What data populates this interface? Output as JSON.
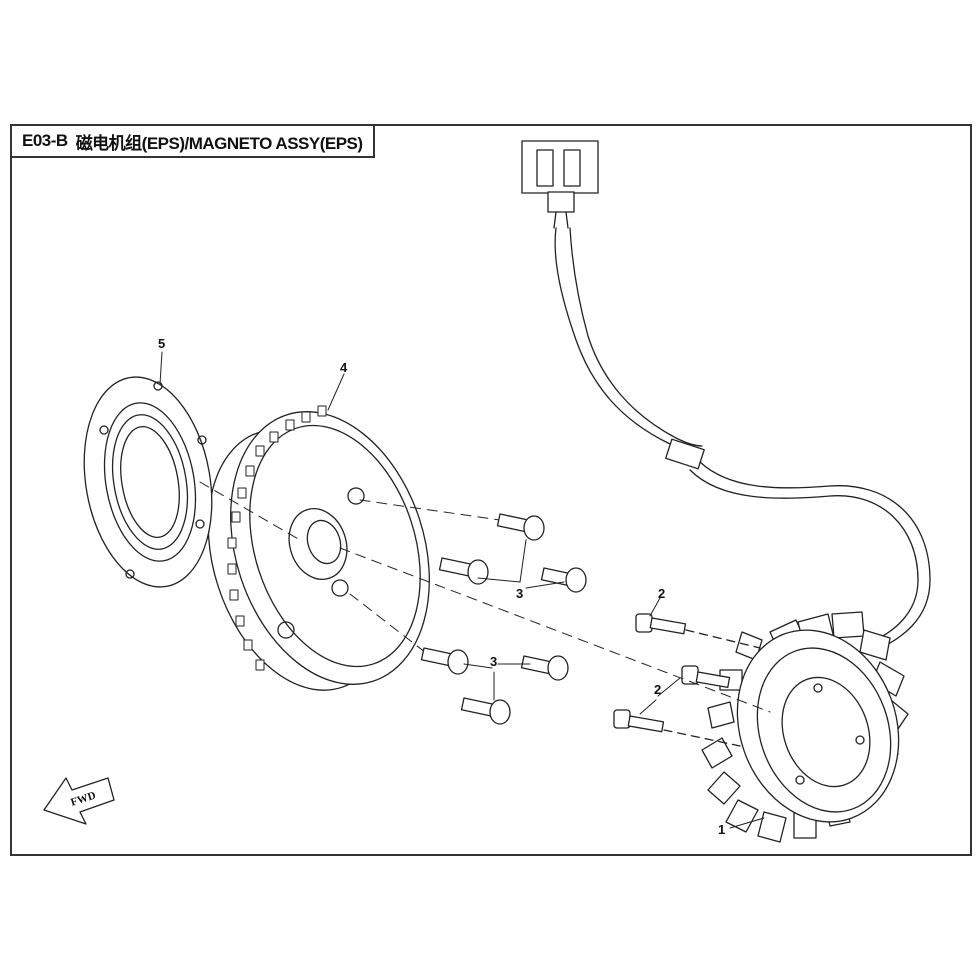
{
  "title": {
    "code": "E03-B",
    "text": "磁电机组(EPS)/MAGNETO ASSY(EPS)"
  },
  "callouts": {
    "stator": "1",
    "bolt_a": "2",
    "bolt_b": "2",
    "screw_a": "3",
    "screw_b": "3",
    "flywheel": "4",
    "clutch": "5"
  },
  "fwd_label": "FWD",
  "colors": {
    "line": "#222222",
    "frame": "#333333"
  }
}
